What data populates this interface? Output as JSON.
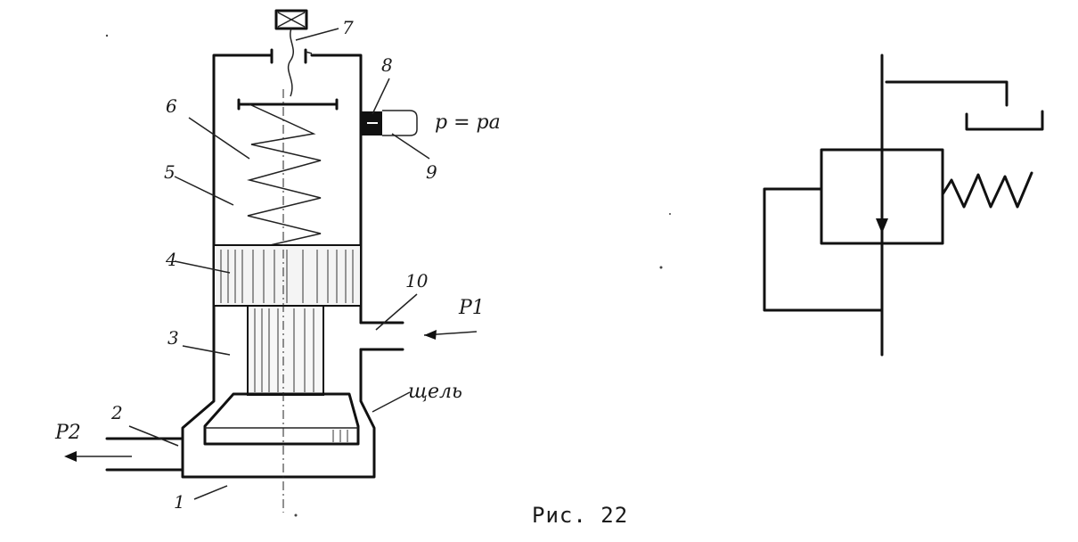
{
  "labels": {
    "n1": "1",
    "n2": "2",
    "n3": "3",
    "n4": "4",
    "n5": "5",
    "n6": "6",
    "n7": "7",
    "n8": "8",
    "n9": "9",
    "n10": "10",
    "p_eq": "p = pa",
    "p1": "P1",
    "p2": "P2",
    "gap": "щель"
  },
  "caption": "Рис. 22"
}
